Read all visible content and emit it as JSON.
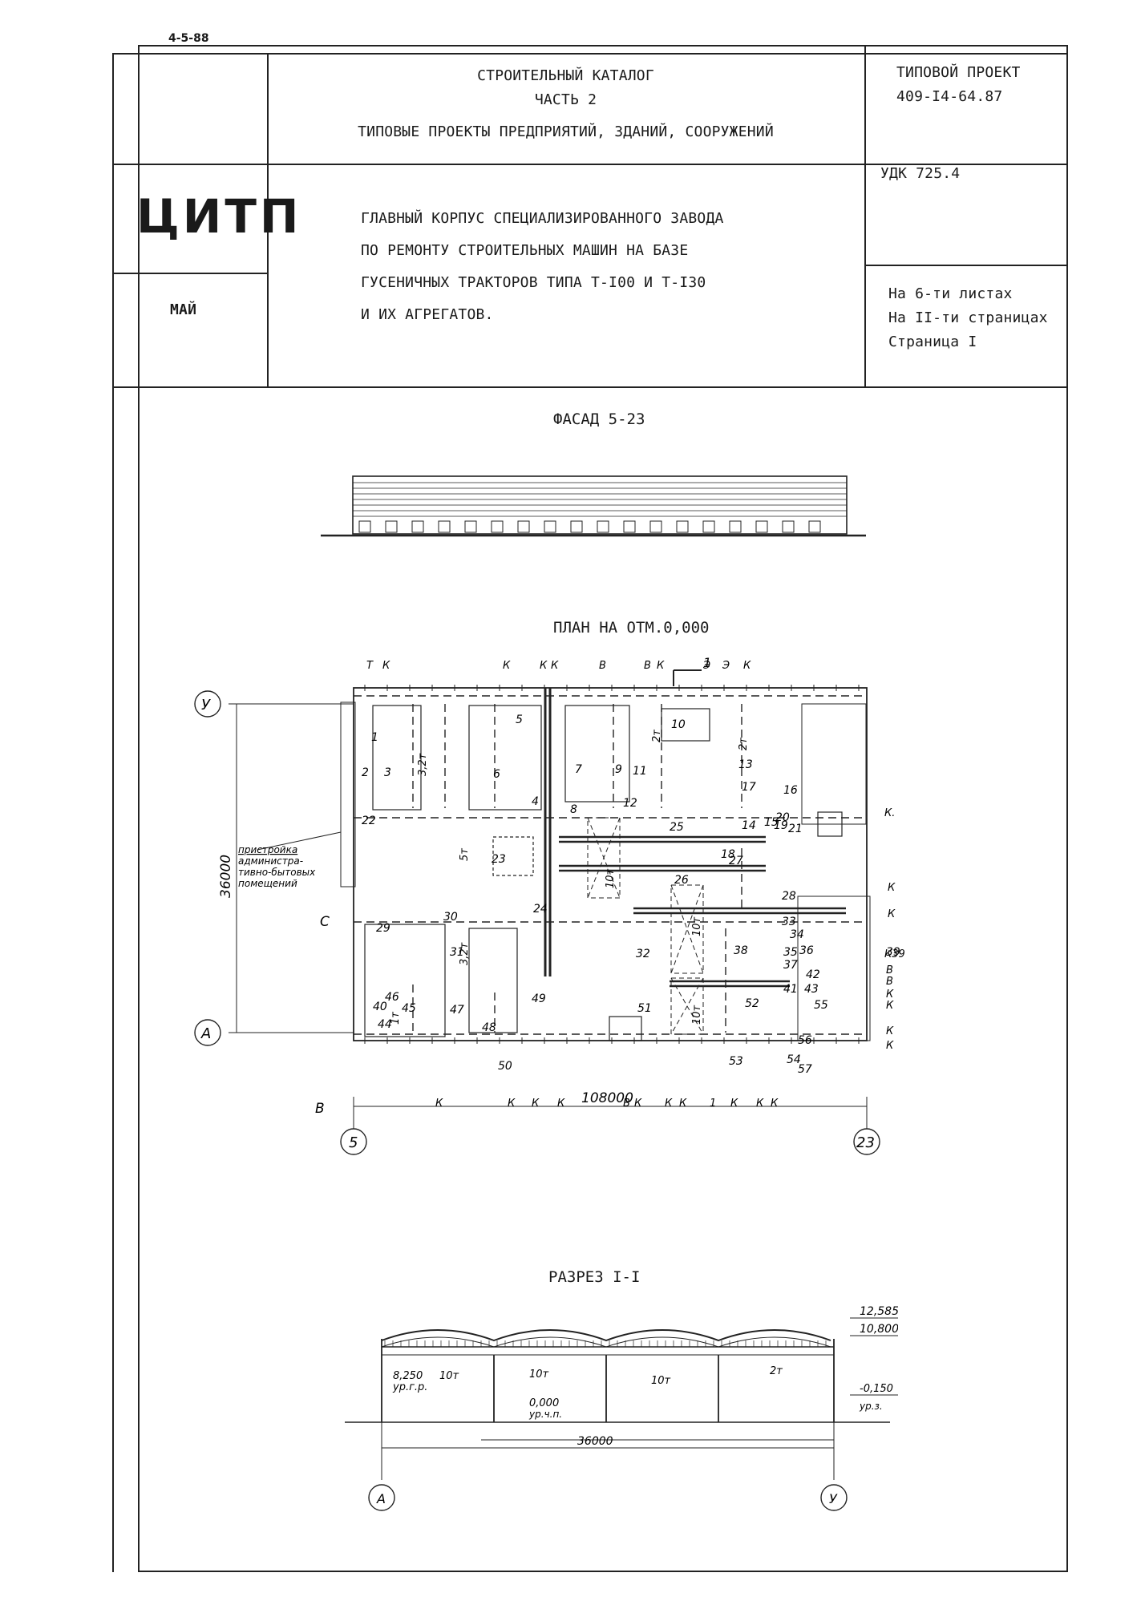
{
  "stamp": "4-5-88",
  "header": {
    "catalog_line1": "СТРОИТЕЛЬНЫЙ КАТАЛОГ",
    "catalog_line2": "ЧАСТЬ 2",
    "catalog_line3": "ТИПОВЫЕ ПРОЕКТЫ ПРЕДПРИЯТИЙ, ЗДАНИЙ, СООРУЖЕНИЙ",
    "project_label": "ТИПОВОЙ ПРОЕКТ",
    "project_number": "409-I4-64.87",
    "org": "ЦИТП",
    "month": "МАЙ",
    "udk": "УДК 725.4",
    "title_lines": [
      "ГЛАВНЫЙ КОРПУС СПЕЦИАЛИЗИРОВАННОГО ЗАВОДА",
      "ПО РЕМОНТУ СТРОИТЕЛЬНЫХ МАШИН НА БАЗЕ",
      "ГУСЕНИЧНЫХ ТРАКТОРОВ ТИПА Т-I00 И Т-I30",
      "И ИХ АГРЕГАТОВ."
    ],
    "sheets": "На 6-ти листах",
    "pages": "На II-ти страницах",
    "page": "Страница I"
  },
  "sections": {
    "facade": "ФАСАД 5-23",
    "plan": "ПЛАН НА ОТМ.0,000",
    "cut": "РАЗРЕЗ I-I"
  },
  "plan": {
    "axis_top": "У",
    "axis_bottom": "А",
    "axis_left": "5",
    "axis_right": "23",
    "dim_vertical": "36000",
    "dim_horizontal": "108000",
    "annex_note": [
      "пристройка",
      "администра-",
      "тивно-бытовых",
      "помещений"
    ],
    "letter_c": "С",
    "letter_v": "В",
    "section_mark": "1",
    "top_markers": [
      "Т",
      "К",
      "К",
      "К",
      "К",
      "В",
      "В",
      "К",
      "Э",
      "Э",
      "К"
    ],
    "bottom_markers": [
      "К",
      "К",
      "К",
      "К",
      "108000",
      "В",
      "К",
      "К",
      "К",
      "1",
      "К",
      "К",
      "К"
    ],
    "right_markers": [
      "К.",
      "К",
      "К",
      "К39",
      "В",
      "В",
      "К",
      "К",
      "К",
      "К"
    ],
    "rooms": [
      "1",
      "2",
      "3",
      "4",
      "5",
      "6",
      "7",
      "8",
      "9",
      "10",
      "11",
      "12",
      "13",
      "14",
      "15",
      "16",
      "17",
      "18",
      "19",
      "20",
      "21",
      "22",
      "23",
      "24",
      "25",
      "26",
      "27",
      "28",
      "29",
      "30",
      "31",
      "32",
      "33",
      "34",
      "35",
      "36",
      "37",
      "38",
      "39",
      "40",
      "41",
      "42",
      "43",
      "44",
      "45",
      "46",
      "47",
      "48",
      "49",
      "50",
      "51",
      "52",
      "53",
      "54",
      "55",
      "56",
      "57"
    ],
    "cranes": [
      "3,2т",
      "2т",
      "2т",
      "5т",
      "3,2т",
      "10т",
      "10т",
      "10т",
      "1т"
    ]
  },
  "cut": {
    "elev_top": "12,585",
    "elev_ridge": "10,800",
    "elev_rail": "8,250",
    "rail_label": "ур.г.р.",
    "elev_floor": "0,000",
    "floor_label": "ур.ч.п.",
    "elev_ground": "-0,150",
    "ground_label": "ур.з.",
    "crane1": "10т",
    "crane2": "10т",
    "crane3": "10т",
    "crane4": "2т",
    "span": "36000",
    "axis_left": "А",
    "axis_right": "У"
  }
}
